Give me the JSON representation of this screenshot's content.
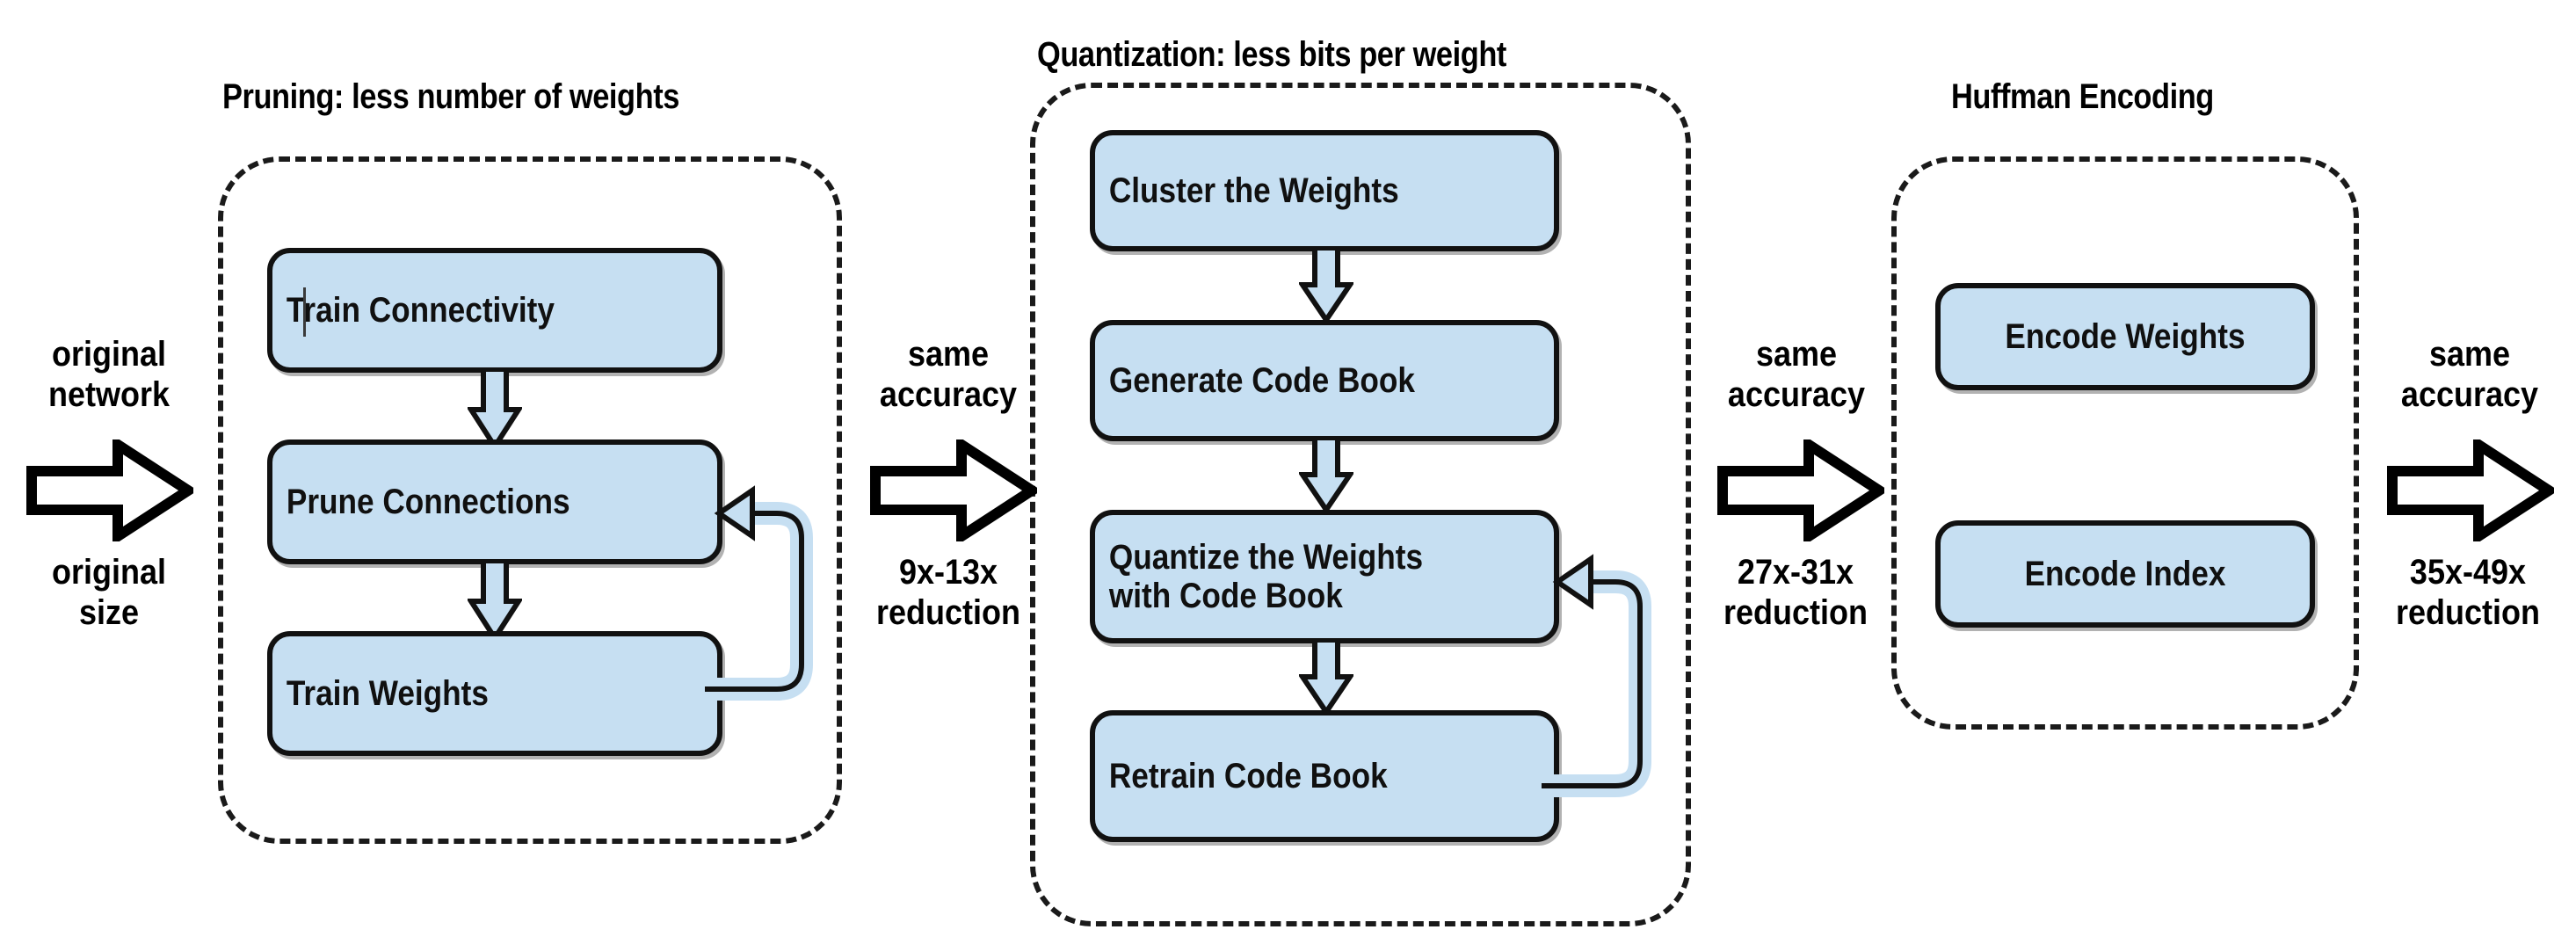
{
  "diagram": {
    "title_pruning": "Pruning: less number of weights",
    "title_quantization": "Quantization: less bits per weight",
    "title_huffman": "Huffman Encoding",
    "colors": {
      "box_fill": "#c6dff2",
      "box_stroke": "#111111",
      "dashed_stroke": "#1a1a1a",
      "text": "#000000",
      "background": "#ffffff"
    },
    "stages": [
      {
        "name": "pruning",
        "title": "Pruning: less number of weights",
        "steps": [
          "Train Connectivity",
          "Prune Connections",
          "Train Weights"
        ],
        "feedback_from": "Train Weights",
        "feedback_to": "Prune Connections"
      },
      {
        "name": "quantization",
        "title": "Quantization: less bits per weight",
        "steps": [
          "Cluster the Weights",
          "Generate Code Book",
          "Quantize the Weights\nwith Code Book",
          "Retrain Code Book"
        ],
        "feedback_from": "Retrain Code Book",
        "feedback_to": "Quantize the Weights with Code Book"
      },
      {
        "name": "huffman",
        "title": "Huffman Encoding",
        "steps": [
          "Encode Weights",
          "Encode Index"
        ],
        "feedback_from": null,
        "feedback_to": null
      }
    ],
    "connectors": [
      {
        "id": "input",
        "top_label": "original\nnetwork",
        "bottom_label": "original\nsize"
      },
      {
        "id": "prune-to-quant",
        "top_label": "same\naccuracy",
        "bottom_label": "9x-13x\nreduction"
      },
      {
        "id": "quant-to-huff",
        "top_label": "same\naccuracy",
        "bottom_label": "27x-31x\nreduction"
      },
      {
        "id": "output",
        "top_label": "same\naccuracy",
        "bottom_label": "35x-49x\nreduction"
      }
    ]
  }
}
